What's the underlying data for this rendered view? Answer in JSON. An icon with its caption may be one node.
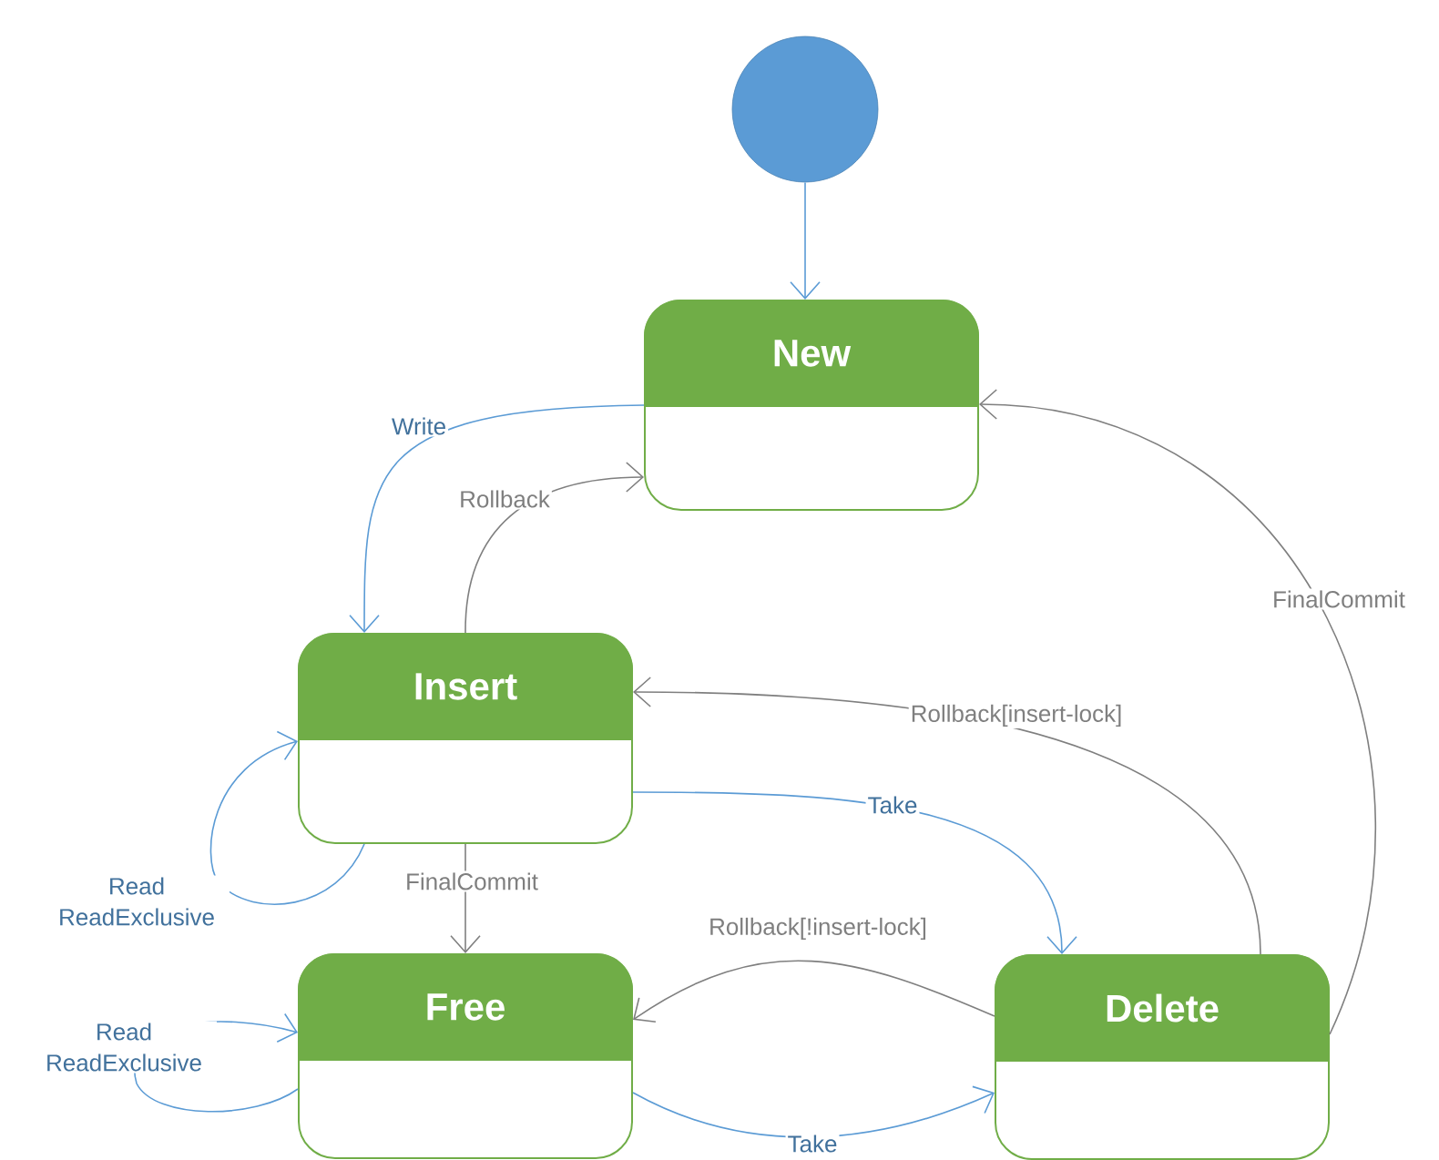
{
  "diagram": {
    "nodes": [
      {
        "text": [],
        "shape": "circle"
      },
      {
        "text": [
          "New"
        ]
      },
      {
        "text": [
          "Insert"
        ]
      },
      {
        "text": [
          "Free"
        ]
      },
      {
        "text": [
          "Delete"
        ]
      }
    ],
    "edges": [
      {
        "from": 0,
        "to": 1,
        "arrow": "to"
      },
      {
        "from": 1,
        "to": 2,
        "arrow": "to",
        "label": "Write"
      },
      {
        "from": 2,
        "to": 1,
        "arrow": "to",
        "label": "Rollback",
        "color": "#7f7f7f"
      },
      {
        "from": 2,
        "to": 2,
        "arrow": "to",
        "label": "Read ReadExclusive"
      },
      {
        "from": 2,
        "to": 3,
        "arrow": "to",
        "label": "FinalCommit",
        "color": "#7f7f7f"
      },
      {
        "from": 2,
        "to": 4,
        "arrow": "to",
        "label": "Take"
      },
      {
        "from": 4,
        "to": 2,
        "arrow": "to",
        "label": "Rollback[insert-lock]",
        "color": "#7f7f7f"
      },
      {
        "from": 3,
        "to": 3,
        "arrow": "to",
        "label": "Read ReadExclusive"
      },
      {
        "from": 4,
        "to": 3,
        "arrow": "to",
        "label": "Rollback[!insert-lock]",
        "color": "#7f7f7f"
      },
      {
        "from": 3,
        "to": 4,
        "arrow": "to",
        "label": "Take"
      },
      {
        "from": 4,
        "to": 1,
        "arrow": "to",
        "label": "FinalCommit",
        "color": "#7f7f7f"
      }
    ]
  }
}
